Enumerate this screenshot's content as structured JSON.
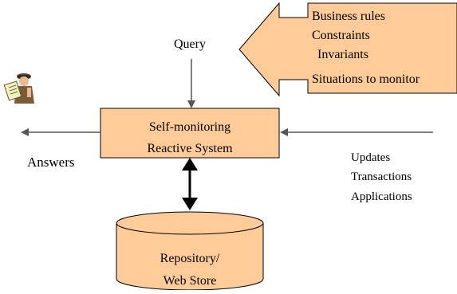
{
  "colors": {
    "box_fill": "#FFCC99",
    "stroke": "#000000",
    "arrow_gray": "#555555",
    "background": "#FFFFFF"
  },
  "query_label": "Query",
  "rules_callout": {
    "lines": [
      "Business rules",
      "Constraints",
      "Invariants",
      "Situations to monitor"
    ]
  },
  "system_box": {
    "line1": "Self-monitoring",
    "line2": "Reactive  System"
  },
  "answers_label": "Answers",
  "inputs_label": {
    "lines": [
      "Updates",
      "Transactions",
      "Applications"
    ]
  },
  "repository": {
    "line1": "Repository/",
    "line2": "Web Store"
  },
  "user_icon": "person-reading-icon"
}
